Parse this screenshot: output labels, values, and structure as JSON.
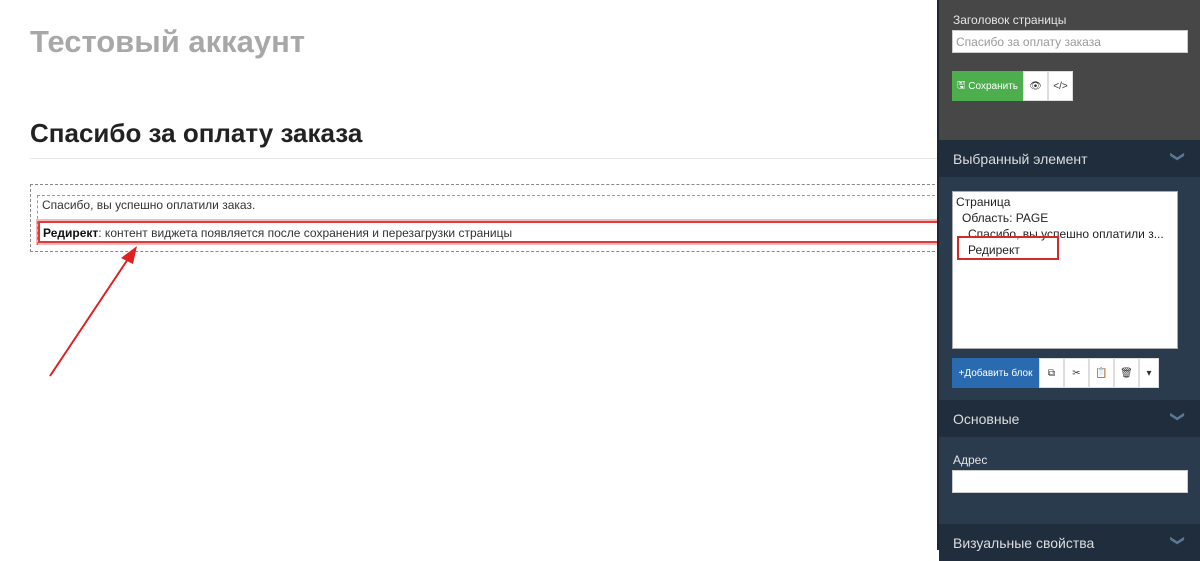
{
  "page": {
    "account": "Тестовый аккаунт",
    "title": "Спасибо за оплату заказа",
    "text": "Спасибо, вы успешно оплатили заказ.",
    "redirect_bold": "Редирект",
    "redirect_rest": ": контент виджета появляется после сохранения и перезагрузки страницы"
  },
  "sidebar": {
    "title_label": "Заголовок страницы",
    "title_value": "Спасибо за оплату заказа",
    "save": "Сохранить",
    "selected_header": "Выбранный элемент",
    "tree": [
      "Страница",
      "Область: PAGE",
      "Спасибо, вы успешно оплатили з...",
      "Редирект"
    ],
    "add_block": "+Добавить блок",
    "basic_header": "Основные",
    "address_label": "Адрес",
    "address_value": "",
    "visual_header": "Визуальные свойства"
  },
  "colors": {
    "save": "#4cae4c",
    "add": "#2a6ab0",
    "highlight": "#e03a3a"
  }
}
